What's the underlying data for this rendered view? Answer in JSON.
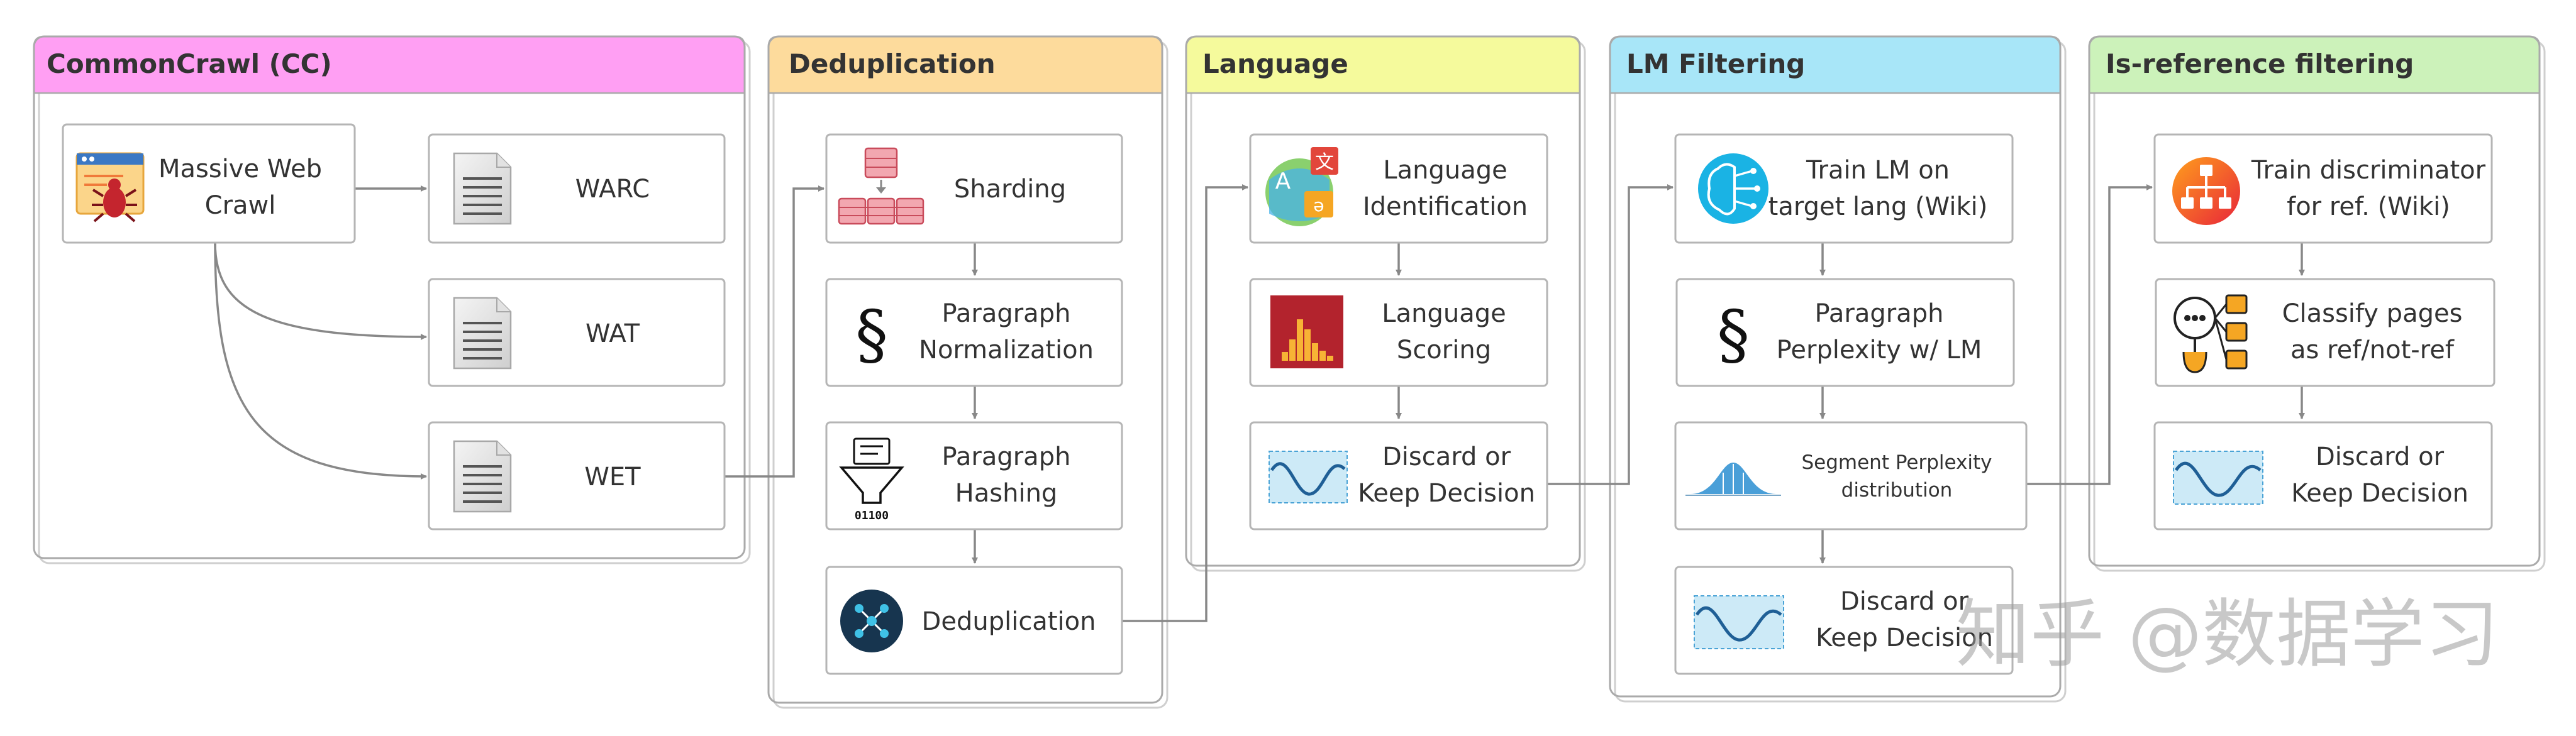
{
  "panels": [
    {
      "title": "CommonCrawl (CC)",
      "color": "#ff9ff3"
    },
    {
      "title": "Deduplication",
      "color": "#fddb9c"
    },
    {
      "title": "Language",
      "color": "#f5fa9c"
    },
    {
      "title": "LM Filtering",
      "color": "#a8e6f8"
    },
    {
      "title": "Is-reference filtering",
      "color": "#ccf2ba"
    }
  ],
  "boxes": {
    "crawl": [
      "Massive Web",
      "Crawl"
    ],
    "warc": [
      "WARC"
    ],
    "wat": [
      "WAT"
    ],
    "wet": [
      "WET"
    ],
    "sharding": [
      "Sharding"
    ],
    "para_norm": [
      "Paragraph",
      "Normalization"
    ],
    "para_hash": [
      "Paragraph",
      "Hashing"
    ],
    "dedup": [
      "Deduplication"
    ],
    "lang_id": [
      "Language",
      "Identification"
    ],
    "lang_score": [
      "Language",
      "Scoring"
    ],
    "lang_discard": [
      "Discard or",
      "Keep Decision"
    ],
    "train_lm": [
      "Train LM on",
      "target lang (Wiki)"
    ],
    "perplexity": [
      "Paragraph",
      "Perplexity w/ LM"
    ],
    "segment": [
      "Segment Perplexity",
      "distribution"
    ],
    "lm_discard": [
      "Discard or",
      "Keep Decision"
    ],
    "train_disc": [
      "Train discriminator",
      "for ref. (Wiki)"
    ],
    "classify": [
      "Classify pages",
      "as ref/not-ref"
    ],
    "ref_discard": [
      "Discard or",
      "Keep Decision"
    ]
  },
  "icon_glyphs": {
    "section": "§",
    "lang_a": "A",
    "lang_wen": "文",
    "lang_ae": "ə",
    "binary": "01100"
  },
  "icons": {
    "crawl": "web-crawler-bug-icon",
    "document": "document-icon",
    "sharding": "database-sharding-icon",
    "section": "section-sign-icon",
    "hashing": "funnel-hash-icon",
    "dedup": "network-hub-icon",
    "language": "translate-icon",
    "histogram": "histogram-icon",
    "wave": "wave-signal-icon",
    "brain": "brain-icon",
    "bell": "bell-curve-icon",
    "hierarchy": "hierarchy-icon",
    "classify": "classify-pages-icon"
  },
  "watermark": "知乎 @数据学习"
}
